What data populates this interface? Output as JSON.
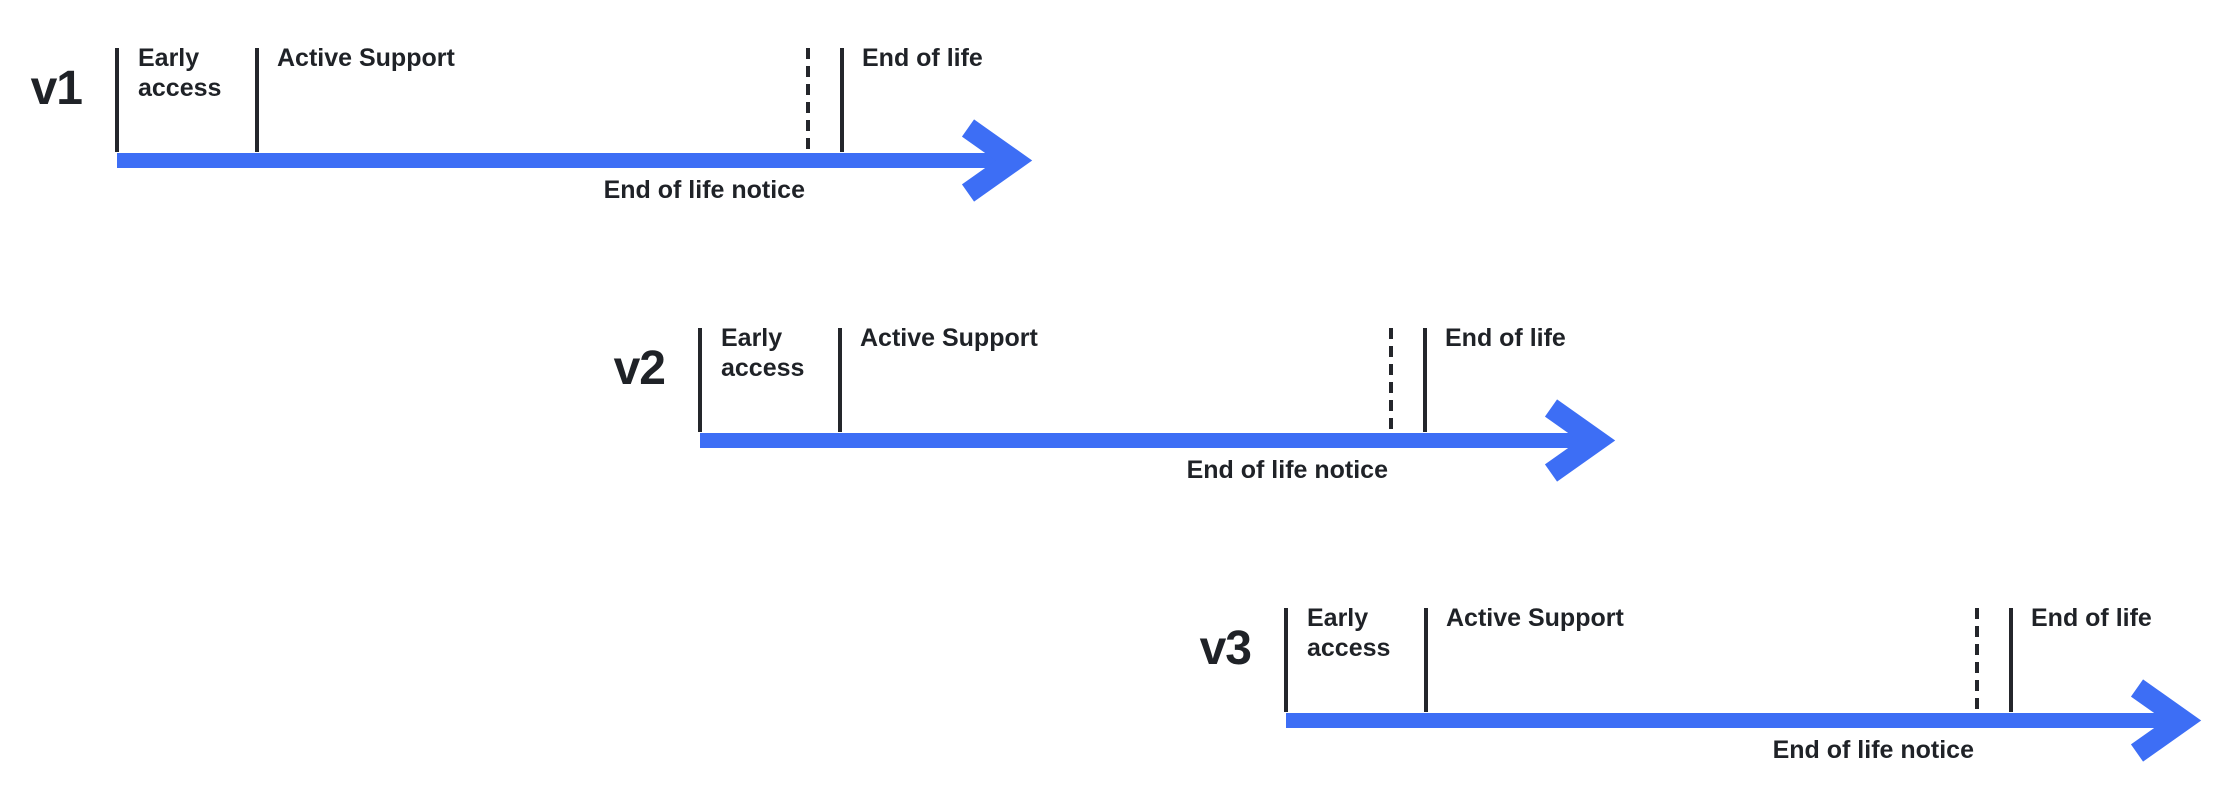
{
  "colors": {
    "arrow_blue": "#3D6EF5",
    "tick_dark": "#24262B",
    "text_dark": "#1F2227",
    "background": "#FFFFFF"
  },
  "rows": [
    {
      "version": "v1",
      "phases": {
        "early_access": "Early access",
        "active_support": "Active Support",
        "end_of_life": "End of life",
        "end_of_life_notice": "End of life notice"
      }
    },
    {
      "version": "v2",
      "phases": {
        "early_access": "Early access",
        "active_support": "Active Support",
        "end_of_life": "End of life",
        "end_of_life_notice": "End of life notice"
      }
    },
    {
      "version": "v3",
      "phases": {
        "early_access": "Early access",
        "active_support": "Active Support",
        "end_of_life": "End of life",
        "end_of_life_notice": "End of life notice"
      }
    }
  ]
}
